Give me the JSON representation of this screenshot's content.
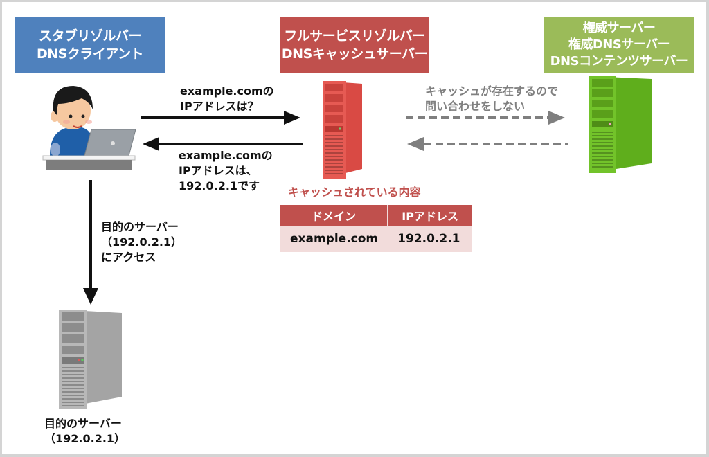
{
  "nodes": {
    "stub_resolver": {
      "lines": [
        "スタブリゾルバー",
        "DNSクライアント"
      ],
      "color": "#4f81bd"
    },
    "full_resolver": {
      "lines": [
        "フルサービスリゾルバー",
        "DNSキャッシュサーバー"
      ],
      "color": "#c0504d"
    },
    "authoritative": {
      "lines": [
        "権威サーバー",
        "権威DNSサーバー",
        "DNSコンテンツサーバー"
      ],
      "color": "#9bbb59"
    },
    "target_server": {
      "lines": [
        "目的のサーバー",
        "（192.0.2.1）"
      ]
    }
  },
  "arrows": {
    "query": {
      "lines": [
        "example.comの",
        "IPアドレスは？"
      ],
      "direction": "client-to-resolver",
      "style": "solid"
    },
    "response": {
      "lines": [
        "example.comの",
        "IPアドレスは、",
        "192.0.2.1です"
      ],
      "direction": "resolver-to-client",
      "style": "solid"
    },
    "no_query": {
      "lines": [
        "キャッシュが存在するので",
        "問い合わせをしない"
      ],
      "style": "dashed",
      "color": "#7f7f7f"
    },
    "access": {
      "lines": [
        "目的のサーバー",
        "（192.0.2.1）",
        "にアクセス"
      ],
      "direction": "client-to-target",
      "style": "solid"
    }
  },
  "cache": {
    "title": "キャッシュされている内容",
    "headers": [
      "ドメイン",
      "IPアドレス"
    ],
    "rows": [
      [
        "example.com",
        "192.0.2.1"
      ]
    ]
  },
  "icons": {
    "client": "person-with-laptop-icon",
    "resolver_server": "red-server-tower-icon",
    "authoritative_server": "green-server-tower-icon",
    "target_server": "gray-server-tower-icon"
  }
}
